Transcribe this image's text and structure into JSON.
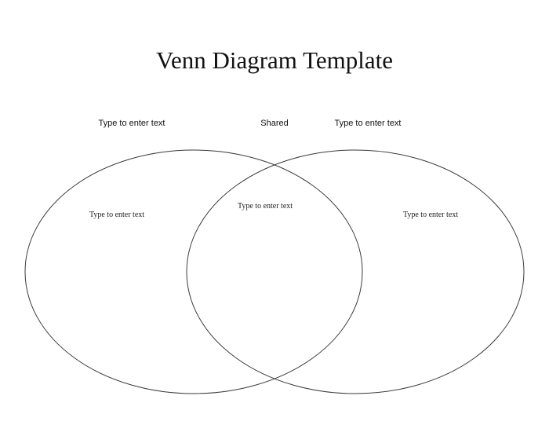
{
  "title": "Venn Diagram Template",
  "headers": {
    "left": "Type to enter text",
    "shared": "Shared",
    "right": "Type to enter text"
  },
  "regions": {
    "left": "Type to enter text",
    "shared": "Type to enter text",
    "right": "Type to enter text"
  },
  "colors": {
    "outline": "#3a3a3a",
    "text": "#111111",
    "background": "#ffffff"
  }
}
